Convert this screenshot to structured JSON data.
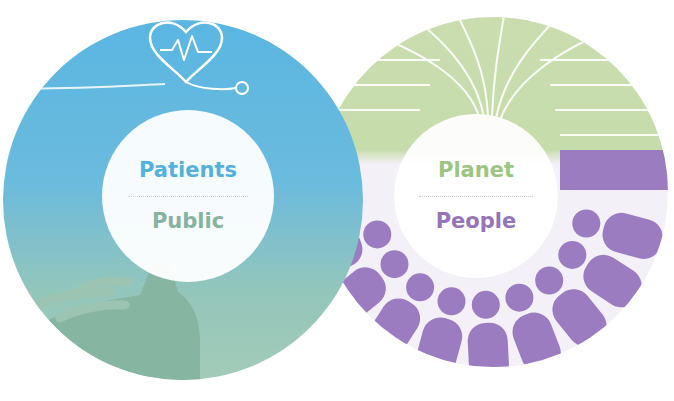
{
  "diagram": {
    "nodes": [
      {
        "text": [
          "Patients",
          "Public"
        ]
      },
      {
        "text": [
          "Planet",
          "People"
        ]
      }
    ]
  }
}
